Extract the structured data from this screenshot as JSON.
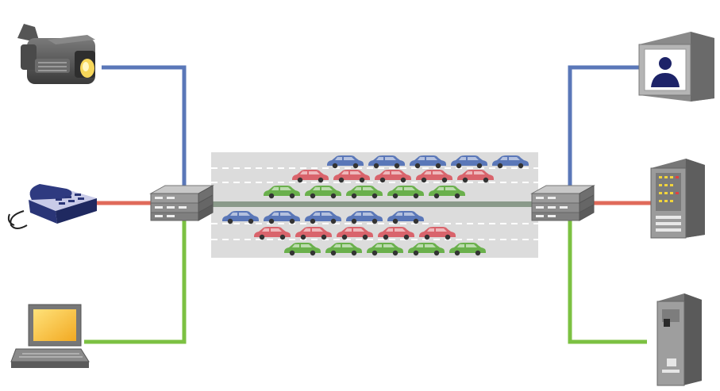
{
  "colors": {
    "video": "#5a77b8",
    "voice": "#e06a5a",
    "data": "#7cc142",
    "road": "#dcdcdc",
    "lane_marking": "#ffffff",
    "median": "#8a9a8a",
    "car_blue": "#5a77b8",
    "car_red": "#d9646c",
    "car_green": "#6ab04c"
  },
  "devices": {
    "left": [
      "video-camera-icon",
      "desk-phone-icon",
      "laptop-icon"
    ],
    "right": [
      "video-monitor-icon",
      "phone-server-icon",
      "data-server-icon"
    ],
    "switches": [
      "switch-left-icon",
      "switch-right-icon"
    ]
  },
  "traffic": {
    "upper_lanes": [
      {
        "color": "blue",
        "cars": 5
      },
      {
        "color": "red",
        "cars": 5
      },
      {
        "color": "green",
        "cars": 5
      }
    ],
    "lower_lanes": [
      {
        "color": "blue",
        "cars": 5
      },
      {
        "color": "red",
        "cars": 5
      },
      {
        "color": "green",
        "cars": 5
      }
    ]
  }
}
